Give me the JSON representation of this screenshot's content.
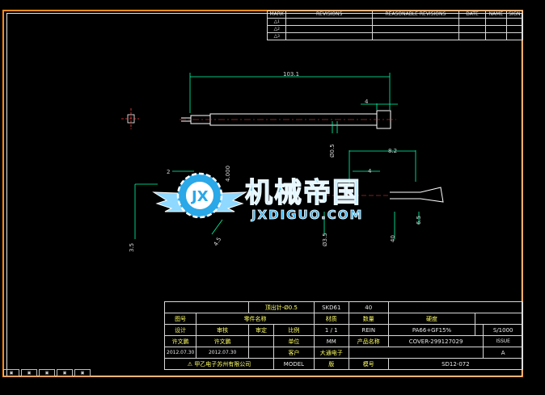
{
  "revisions": {
    "headers": [
      "MARK",
      "REVISIONS",
      "REASONABLE REVISIONS",
      "DATE",
      "NAME",
      "SIGN"
    ],
    "marks": [
      "1",
      "2",
      "3"
    ]
  },
  "dimensions": {
    "overall_length": "103.1",
    "head_length": "4",
    "dia_small": "Ø0.5",
    "length_right": "8.2",
    "label_2": "2",
    "label_4": "4",
    "label_4000": "4.000",
    "label_35": "3.5",
    "label_45": "4.5",
    "label_d35": "Ø3.5",
    "label_40": "40",
    "label_65": "6.5"
  },
  "watermark": {
    "title": "机械帝国",
    "subtitle": "JXDIGUO.COM",
    "logo_letters": "JX"
  },
  "title_block": {
    "r1": [
      "顶出针-Ø0.5",
      "SKD61",
      "40"
    ],
    "r2": [
      "图号",
      "零件名称",
      "材质",
      "数量",
      "硬度"
    ],
    "r3": [
      "设计",
      "审核",
      "审定",
      "比例",
      "1 / 1",
      "REIN",
      "PA66+GF15%",
      "S/1000"
    ],
    "r4": [
      "许文鹏",
      "许文鹏",
      "单位",
      "MM",
      "产品名称",
      "COVER-299127029",
      "ISSUE"
    ],
    "r5": [
      "2012.07.30",
      "2012.07.30",
      "客户",
      "大通电子",
      "A"
    ],
    "r6": [
      "甲乙电子苏州有限公司",
      "MODEL",
      "版",
      "模号",
      "SD12-072"
    ]
  },
  "colors": {
    "frame": "#ff8a1c",
    "dimension": "#00ffaa",
    "part": "#ffffff",
    "watermark": "#3cc6ff",
    "title_text": "#ffff66"
  }
}
